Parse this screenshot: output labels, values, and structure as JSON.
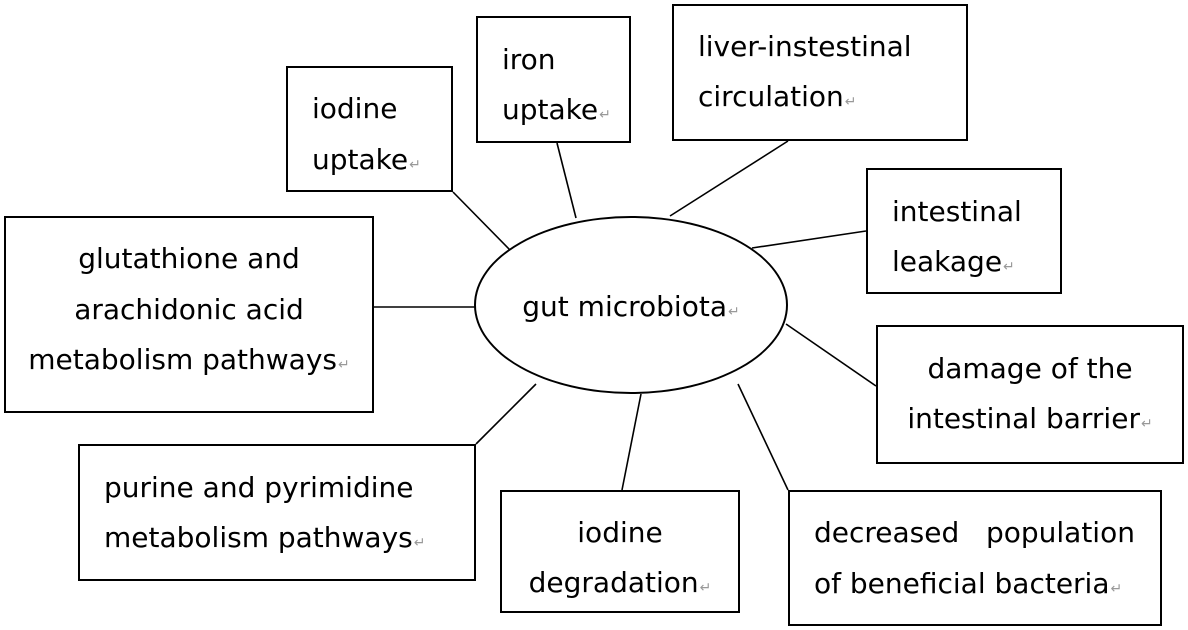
{
  "center": {
    "label": "gut microbiota"
  },
  "return_mark": "↵",
  "nodes": {
    "iodine_uptake": {
      "lines": [
        "iodine",
        "uptake"
      ]
    },
    "iron_uptake": {
      "lines": [
        "iron",
        "uptake"
      ]
    },
    "liver_circulation": {
      "lines": [
        "liver-instestinal",
        "circulation"
      ]
    },
    "intestinal_leakage": {
      "lines": [
        "intestinal",
        "leakage"
      ]
    },
    "glutathione": {
      "lines": [
        "glutathione and",
        "arachidonic acid",
        "metabolism pathways"
      ]
    },
    "barrier_damage": {
      "lines": [
        "damage of the",
        "intestinal barrier"
      ]
    },
    "purine": {
      "lines": [
        "purine and pyrimidine",
        "metabolism pathways"
      ]
    },
    "iodine_degradation": {
      "lines": [
        "iodine",
        "degradation"
      ]
    },
    "beneficial_bacteria": {
      "lines": [
        "decreased   population",
        "of beneficial bacteria"
      ]
    }
  }
}
